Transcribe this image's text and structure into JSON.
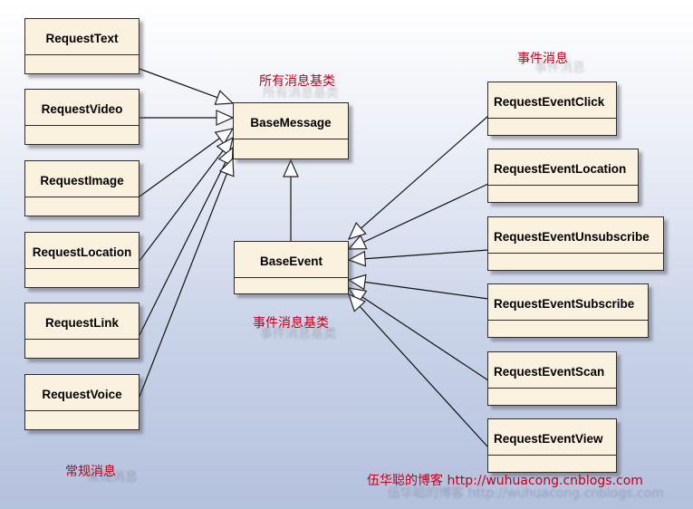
{
  "classes": {
    "request_text": "RequestText",
    "request_video": "RequestVideo",
    "request_image": "RequestImage",
    "request_location": "RequestLocation",
    "request_link": "RequestLink",
    "request_voice": "RequestVoice",
    "base_message": "BaseMessage",
    "base_event": "BaseEvent",
    "event_click": "RequestEventClick",
    "event_location": "RequestEventLocation",
    "event_unsubscribe": "RequestEventUnsubscribe",
    "event_subscribe": "RequestEventSubscribe",
    "event_scan": "RequestEventScan",
    "event_view": "RequestEventView"
  },
  "labels": {
    "base_message_note": "所有消息基类",
    "event_message_note": "事件消息",
    "base_event_note": "事件消息基类",
    "normal_message_note": "常规消息",
    "blog_credit": "伍华聪的博客 http://wuhuacong.cnblogs.com"
  },
  "colors": {
    "class_fill": "#fbf1df",
    "label_red": "#c00018"
  }
}
